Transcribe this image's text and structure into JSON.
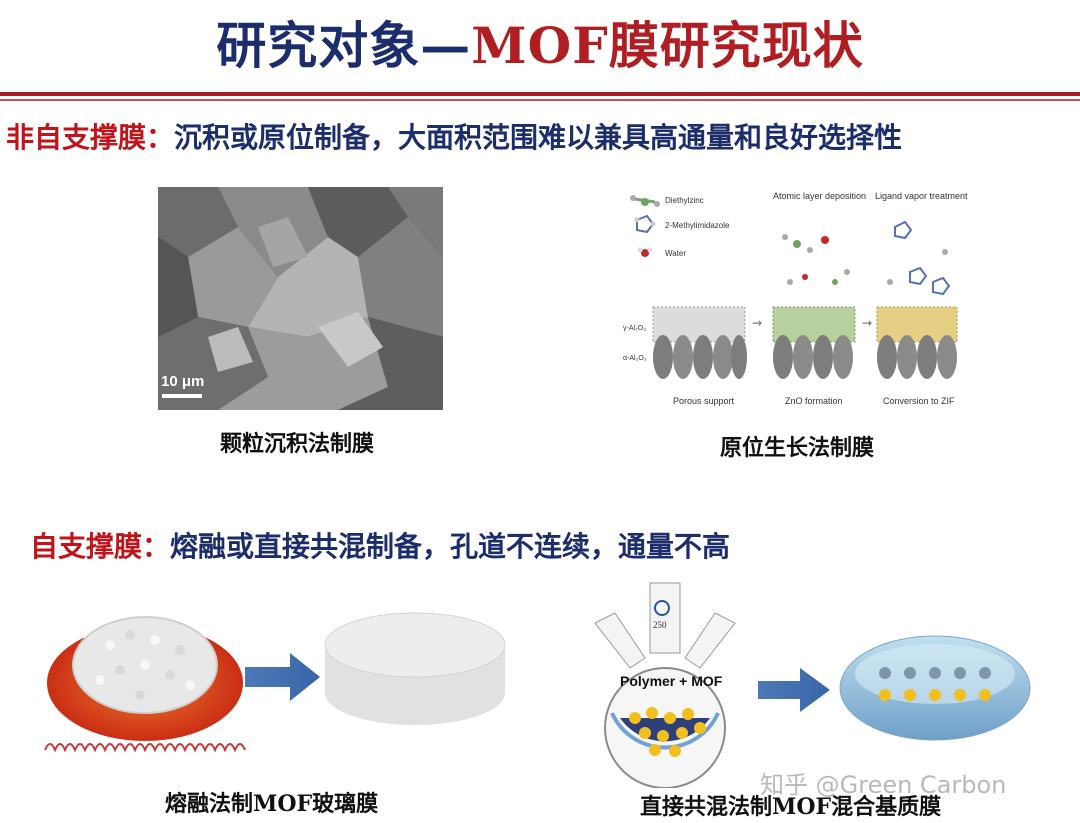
{
  "slide": {
    "title_part1": "研究对象—",
    "title_part2": "MOF膜研究现状"
  },
  "section1": {
    "label": "非自支撑膜：",
    "text": "沉积或原位制备，大面积范围难以兼具高通量和良好选择性",
    "image1": {
      "scale_bar": "10 μm",
      "caption": "颗粒沉积法制膜"
    },
    "image2": {
      "legend": [
        "Diethylzinc",
        "2-Methylimidazole",
        "Water"
      ],
      "layer_labels": [
        "γ-Al₂O₃",
        "α-Al₂O₃"
      ],
      "step_titles": [
        "Atomic layer deposition",
        "Ligand vapor treatment"
      ],
      "stage_labels": [
        "Porous support",
        "ZnO formation",
        "Conversion to ZIF"
      ],
      "caption": "原位生长法制膜"
    }
  },
  "section2": {
    "label": "自支撑膜：",
    "text": "熔融或直接共混制备，孔道不连续，通量不高",
    "image1": {
      "caption": "熔融法制MOF玻璃膜"
    },
    "image2": {
      "flask_volume": "250",
      "flask_label": "Polymer + MOF",
      "caption": "直接共混法制MOF混合基质膜"
    }
  },
  "watermark": "知乎 @Green Carbon"
}
